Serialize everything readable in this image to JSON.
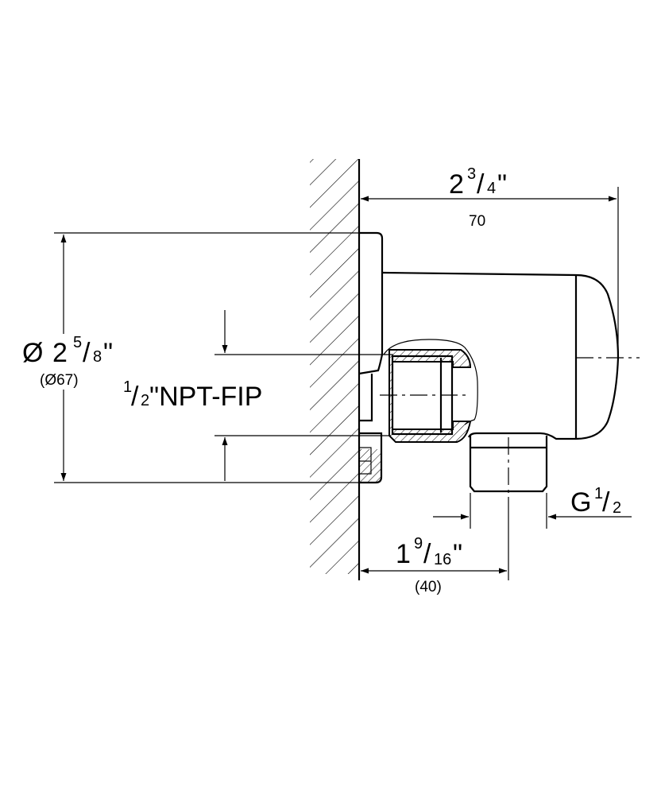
{
  "drawing": {
    "width_dim": {
      "whole": "2",
      "num": "3",
      "den": "4",
      "unit": "\"",
      "metric": "70"
    },
    "diameter_dim": {
      "symbol": "Ø",
      "whole": "2",
      "num": "5",
      "den": "8",
      "unit": "\"",
      "metric": "(Ø67)"
    },
    "inlet_thread": {
      "num": "1",
      "den": "2",
      "label": "\"NPT-FIP"
    },
    "outlet_thread": {
      "prefix": "G",
      "num": "1",
      "den": "2"
    },
    "outlet_offset_dim": {
      "whole": "1",
      "num": "9",
      "den": "16",
      "unit": "\"",
      "metric": "(40)"
    }
  }
}
